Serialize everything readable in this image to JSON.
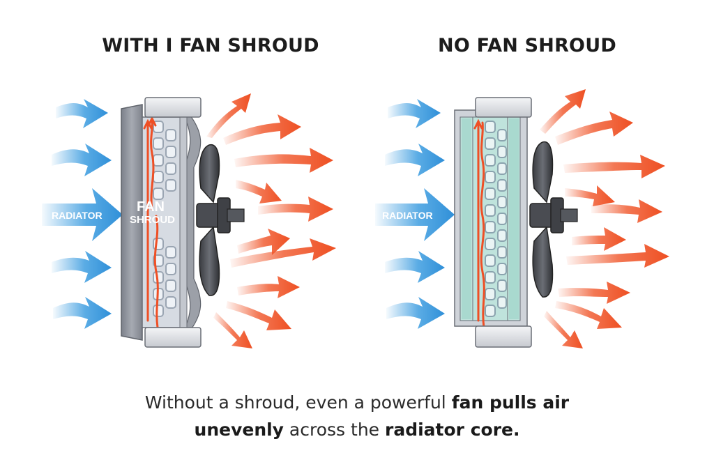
{
  "panels": {
    "left": {
      "title": "WITH I FAN SHROUD",
      "radiator_label": "RADIATOR",
      "shroud_label_1": "FAN",
      "shroud_label_2": "SHROUD"
    },
    "right": {
      "title": "NO FAN SHROUD",
      "radiator_label": "RADIATOR"
    }
  },
  "caption": {
    "line1_a": "Without a shroud, even a powerful ",
    "line1_b": "fan pulls air",
    "line2_a": "unevenly",
    "line2_b": " across the ",
    "line2_c": "radiator core."
  },
  "colors": {
    "cold_air": "#3d9de0",
    "hot_air": "#f0562a",
    "shroud": "#8f939c",
    "core_tint": "#bfe3dc"
  }
}
